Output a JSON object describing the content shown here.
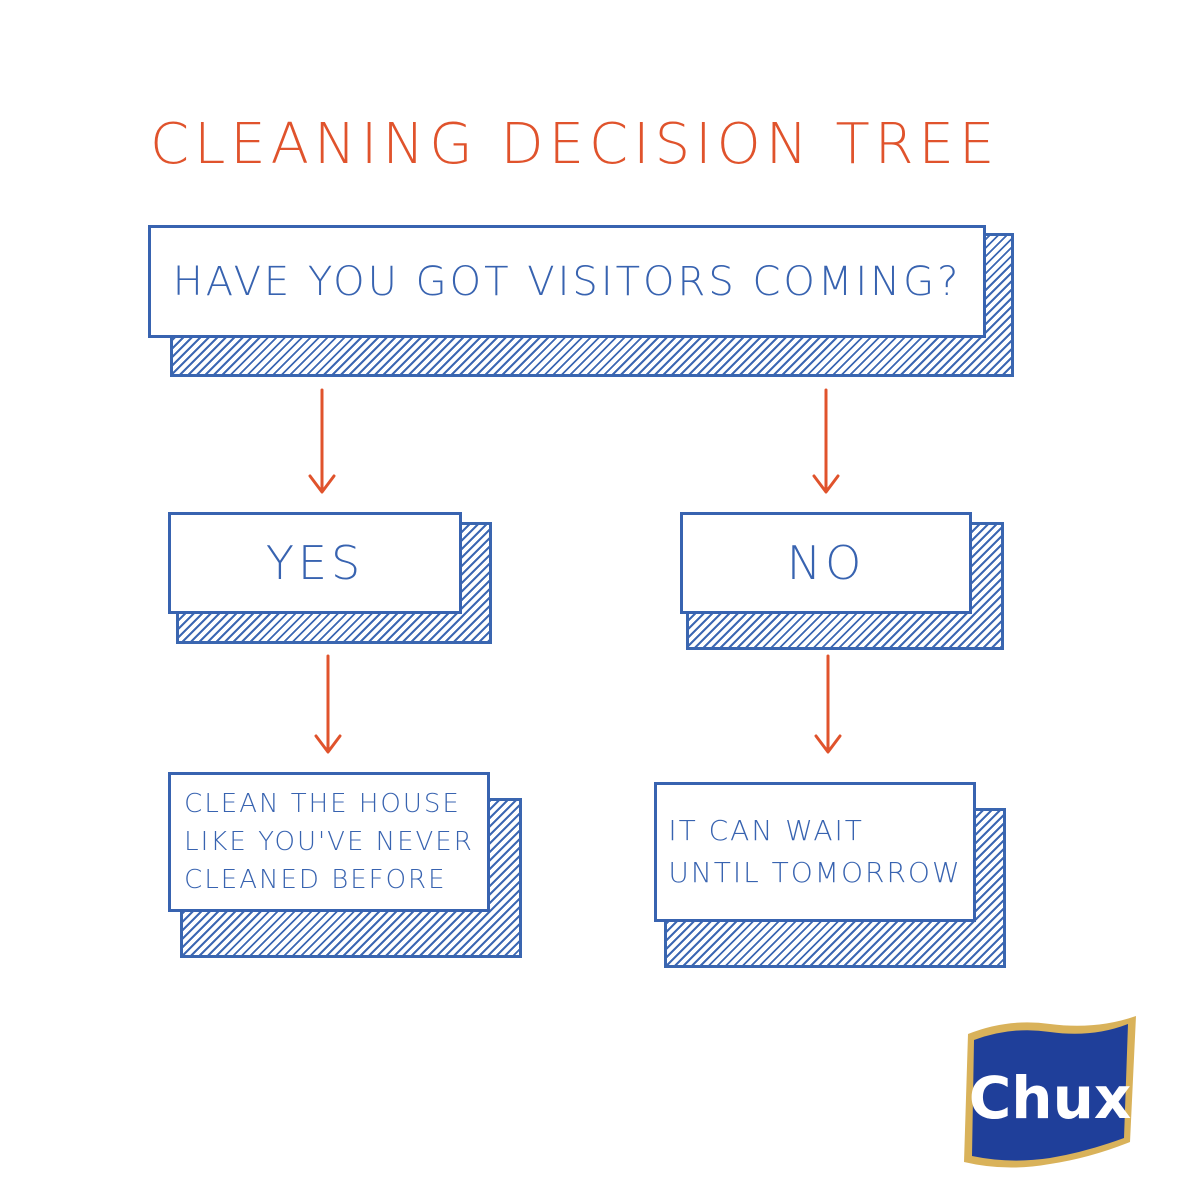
{
  "title": "CLEANING DECISION TREE",
  "colors": {
    "title": "#e0532c",
    "arrow": "#e0532c",
    "box_ink": "#3863b0",
    "logo_blue": "#1f3f9a",
    "logo_gold": "#d9b25a"
  },
  "nodes": {
    "question": {
      "text": "HAVE YOU GOT VISITORS COMING?"
    },
    "yes": {
      "text": "YES"
    },
    "no": {
      "text": "NO"
    },
    "yes_outcome": {
      "lines": [
        "CLEAN THE HOUSE",
        "LIKE YOU'VE NEVER",
        "CLEANED BEFORE"
      ]
    },
    "no_outcome": {
      "lines": [
        "IT CAN WAIT",
        "UNTIL TOMORROW"
      ]
    }
  },
  "edges": [
    {
      "from": "question",
      "to": "yes"
    },
    {
      "from": "question",
      "to": "no"
    },
    {
      "from": "yes",
      "to": "yes_outcome"
    },
    {
      "from": "no",
      "to": "no_outcome"
    }
  ],
  "logo": {
    "text": "Chux"
  }
}
